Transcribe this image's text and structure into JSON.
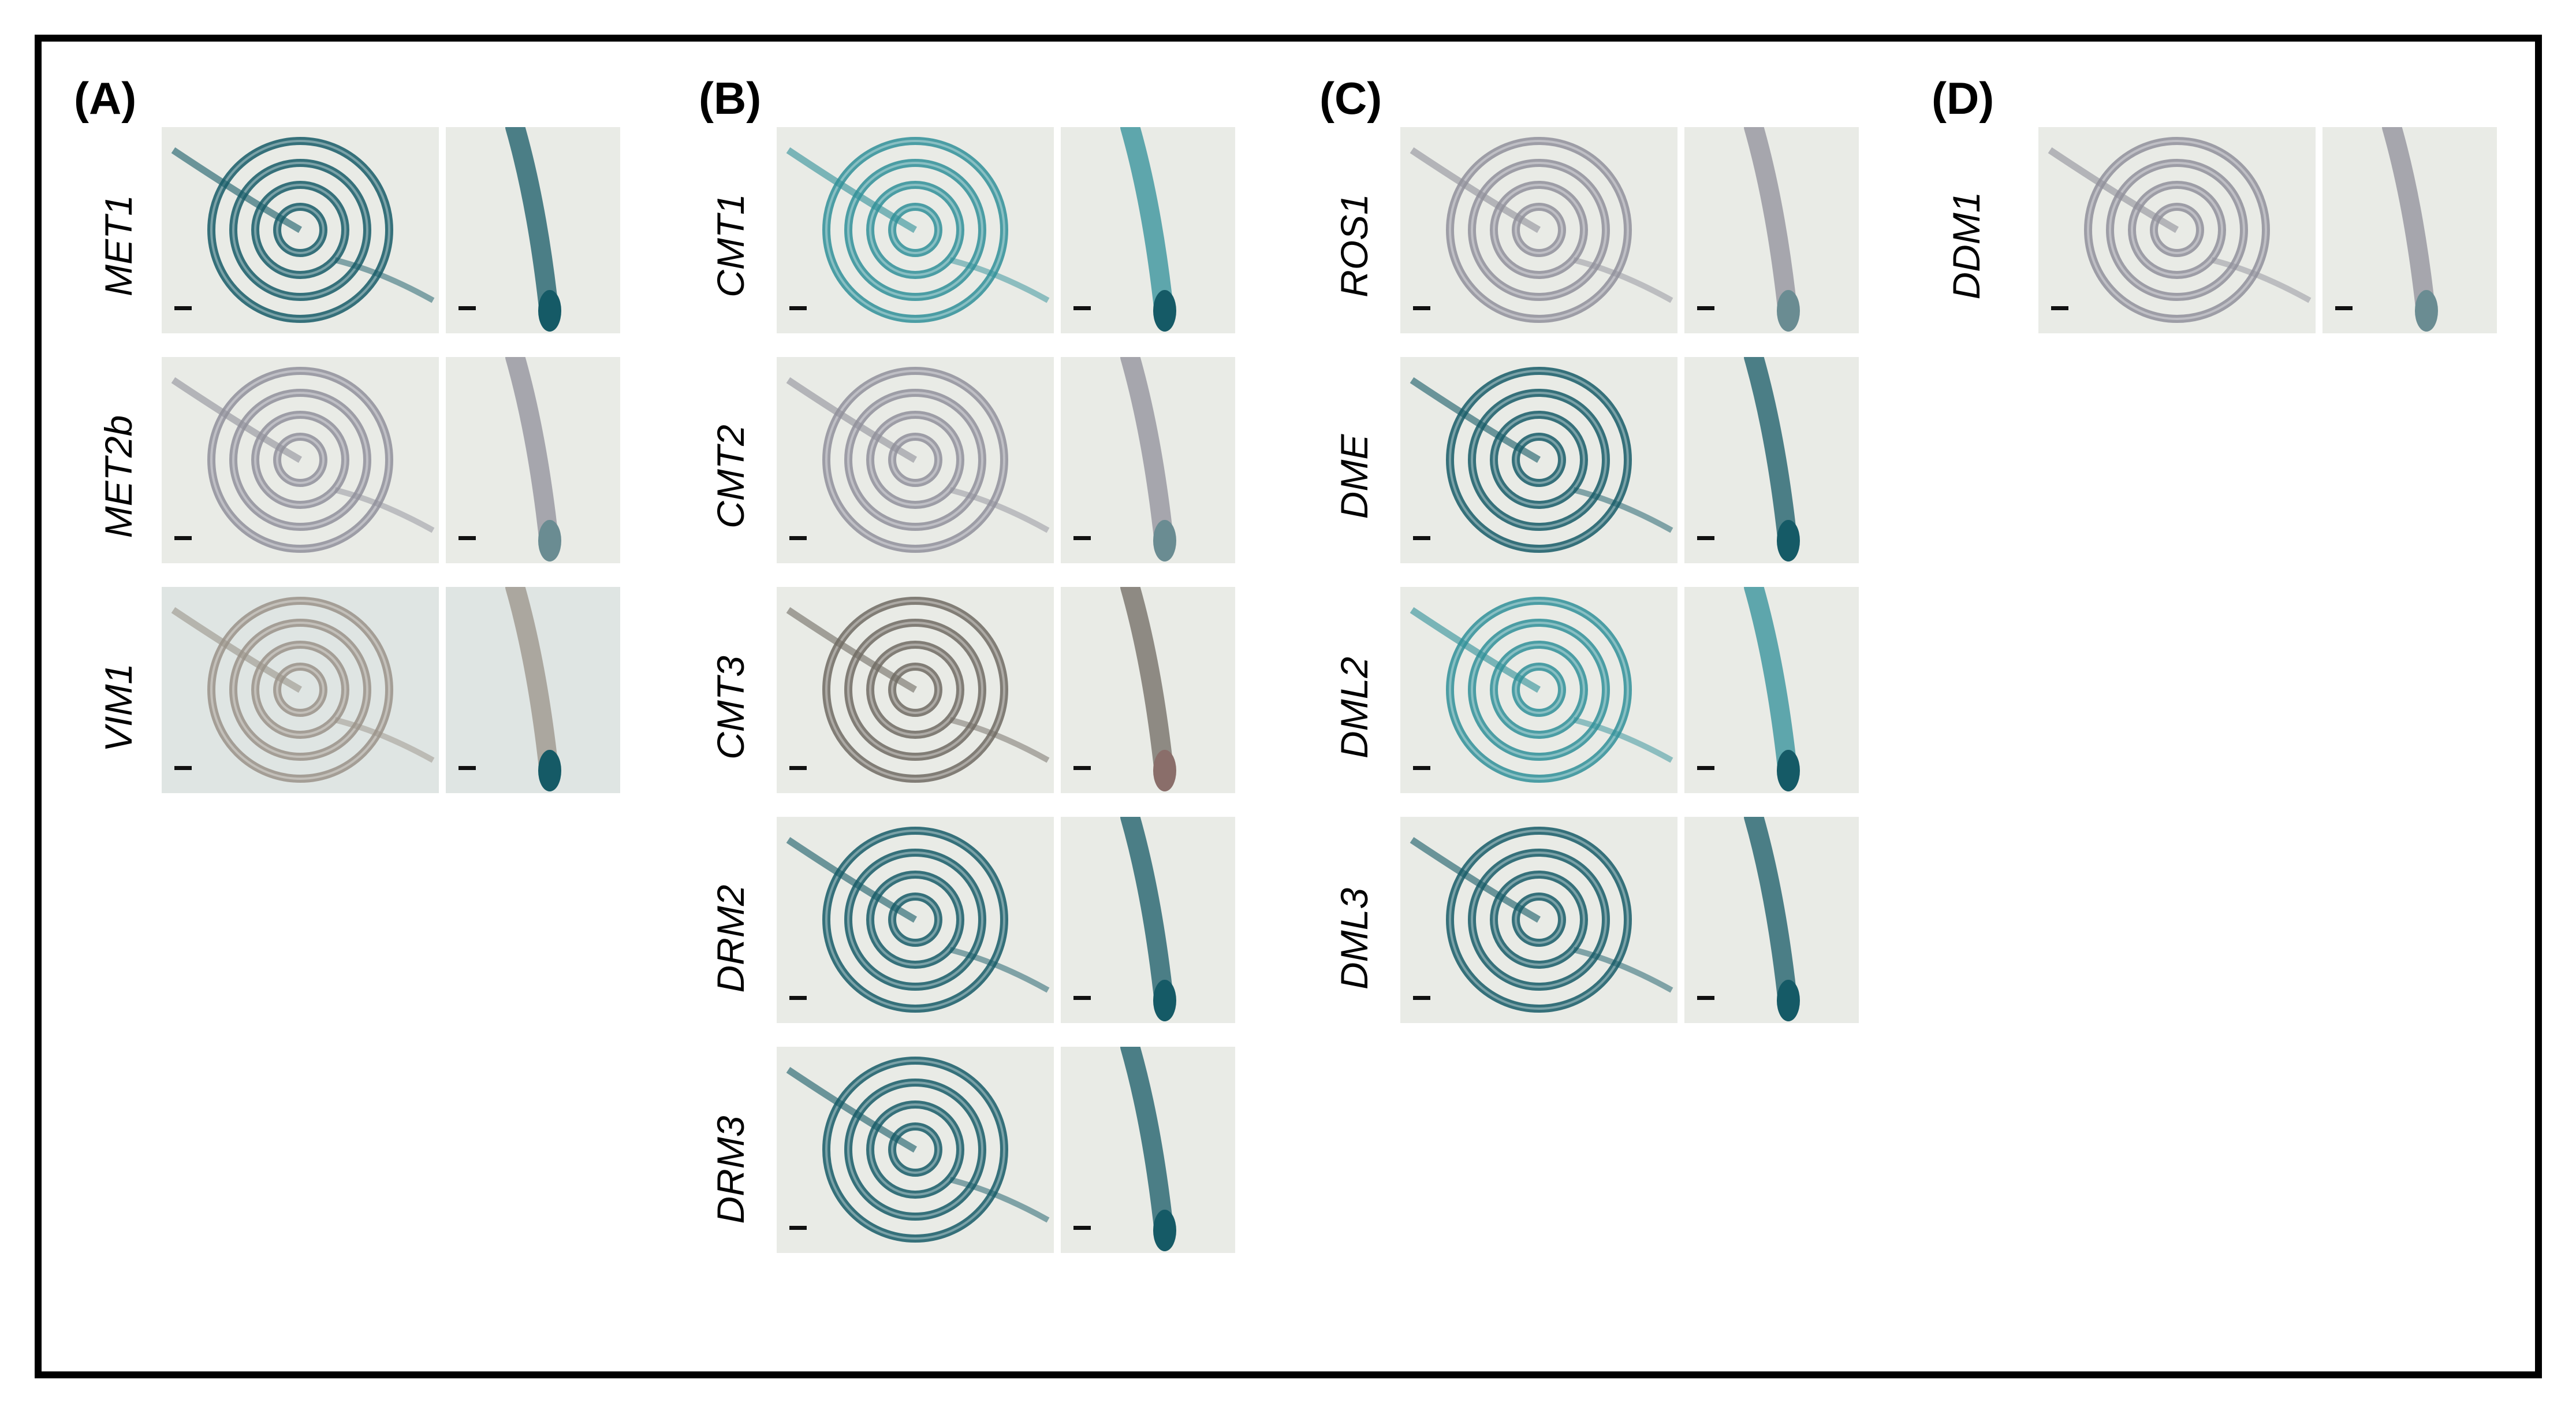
{
  "colors": {
    "stain": "#2f8f98",
    "stain_dark": "#155a66",
    "root_neutral": "#9a9288",
    "background_light": "#e9ebe6",
    "frame": "#000000"
  },
  "panels": [
    {
      "label": "(A)",
      "genes": [
        {
          "name": "MET1",
          "stain": "strong"
        },
        {
          "name": "MET2b",
          "stain": "faint"
        },
        {
          "name": "VIM1",
          "stain": "tip"
        }
      ]
    },
    {
      "label": "(B)",
      "genes": [
        {
          "name": "CMT1",
          "stain": "moderate"
        },
        {
          "name": "CMT2",
          "stain": "faint"
        },
        {
          "name": "CMT3",
          "stain": "none"
        },
        {
          "name": "DRM2",
          "stain": "strong"
        },
        {
          "name": "DRM3",
          "stain": "strong"
        }
      ]
    },
    {
      "label": "(C)",
      "genes": [
        {
          "name": "ROS1",
          "stain": "faint"
        },
        {
          "name": "DME",
          "stain": "strong"
        },
        {
          "name": "DML2",
          "stain": "moderate"
        },
        {
          "name": "DML3",
          "stain": "strong"
        }
      ]
    },
    {
      "label": "(D)",
      "genes": [
        {
          "name": "DDM1",
          "stain": "faint"
        }
      ]
    }
  ]
}
